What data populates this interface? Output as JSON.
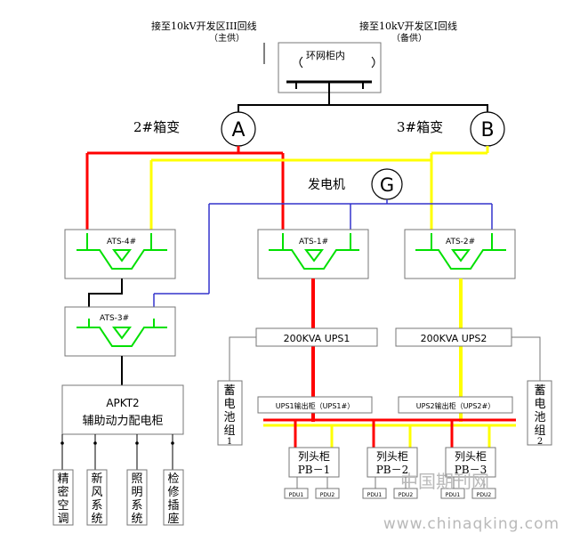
{
  "source_left": {
    "line1": "接至10kV开发区III回线",
    "line2": "（主供）"
  },
  "source_right": {
    "line1": "接至10kV开发区I回线",
    "line2": "（备供）"
  },
  "ring_cabinet": "环网柜内",
  "transformer_a": {
    "label": "2#箱变",
    "letter": "A"
  },
  "transformer_b": {
    "label": "3#箱变",
    "letter": "B"
  },
  "generator": {
    "label": "发电机",
    "letter": "G"
  },
  "ats": [
    "ATS-4#",
    "ATS-1#",
    "ATS-2#",
    "ATS-3#"
  ],
  "ups1": "200KVA UPS1",
  "ups2": "200KVA UPS2",
  "battery_left": [
    "蓄",
    "电",
    "池",
    "组",
    "1"
  ],
  "battery_right": [
    "蓄",
    "电",
    "池",
    "组",
    "2"
  ],
  "ups1_out": "UPS1输出柜（UPS1#）",
  "ups2_out": "UPS2输出柜（UPS2#）",
  "apkt": {
    "line1": "APKT2",
    "line2": "辅助动力配电柜"
  },
  "loads": [
    [
      "精",
      "密",
      "空",
      "调"
    ],
    [
      "新",
      "风",
      "系",
      "统"
    ],
    [
      "照",
      "明",
      "系",
      "统"
    ],
    [
      "检",
      "修",
      "插",
      "座"
    ]
  ],
  "pb_cabinets": [
    {
      "line1": "列头柜",
      "line2": "PB－1"
    },
    {
      "line1": "列头柜",
      "line2": "PB－2"
    },
    {
      "line1": "列头柜",
      "line2": "PB－3"
    }
  ],
  "pdu_labels": [
    "PDU1",
    "PDU2",
    "PDU1",
    "PDU2",
    "PDU1",
    "PDU2"
  ],
  "watermark": {
    "cn": "中国期刊网",
    "url": "www.chinaqking.com"
  },
  "colors": {
    "main": "#ff0000",
    "backup": "#ffff00",
    "generator": "#3333cc",
    "ats": "#00e000"
  }
}
